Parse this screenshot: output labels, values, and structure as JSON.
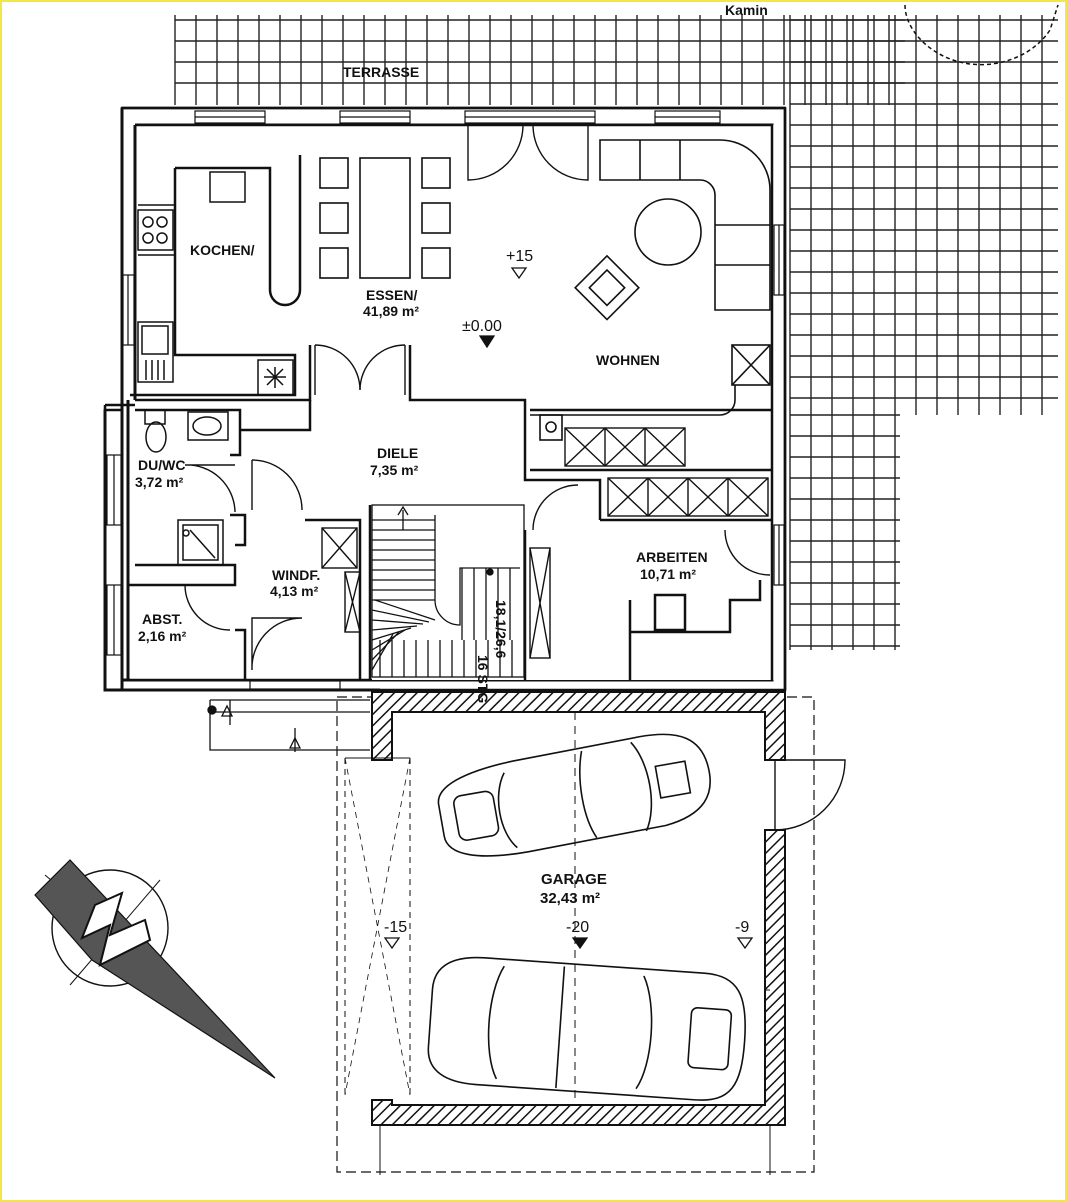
{
  "plan": {
    "top_labels": {
      "terrace": "TERRASSE",
      "fireplace": "Kamin"
    },
    "rooms": {
      "kitchen": {
        "name": "KOCHEN/"
      },
      "dining": {
        "name": "ESSEN/",
        "area": "41,89 m²"
      },
      "living": {
        "name": "WOHNEN"
      },
      "hall": {
        "name": "DIELE",
        "area": "7,35 m²"
      },
      "wc": {
        "name": "DU/WC",
        "area": "3,72 m²"
      },
      "windfang": {
        "name": "WINDF.",
        "area": "4,13 m²"
      },
      "storage": {
        "name": "ABST.",
        "area": "2,16 m²"
      },
      "study": {
        "name": "ARBEITEN",
        "area": "10,71 m²"
      },
      "garage": {
        "name": "GARAGE",
        "area": "32,43 m²"
      }
    },
    "stairs": {
      "steps": "16 STG",
      "rise": "18,1/26,6"
    },
    "levels": {
      "living_plus": "+15",
      "zero": "±0.00",
      "garage_left": "-15",
      "garage_mid": "-20",
      "garage_right": "-9"
    }
  },
  "colors": {
    "line": "#111111",
    "frame": "#f2e64a",
    "hatch": "#111111",
    "north_arrow": "#555555"
  },
  "icons": [
    "north-arrow-icon",
    "stove-icon",
    "sink-icon",
    "toilet-icon",
    "shower-icon",
    "car-icon"
  ]
}
